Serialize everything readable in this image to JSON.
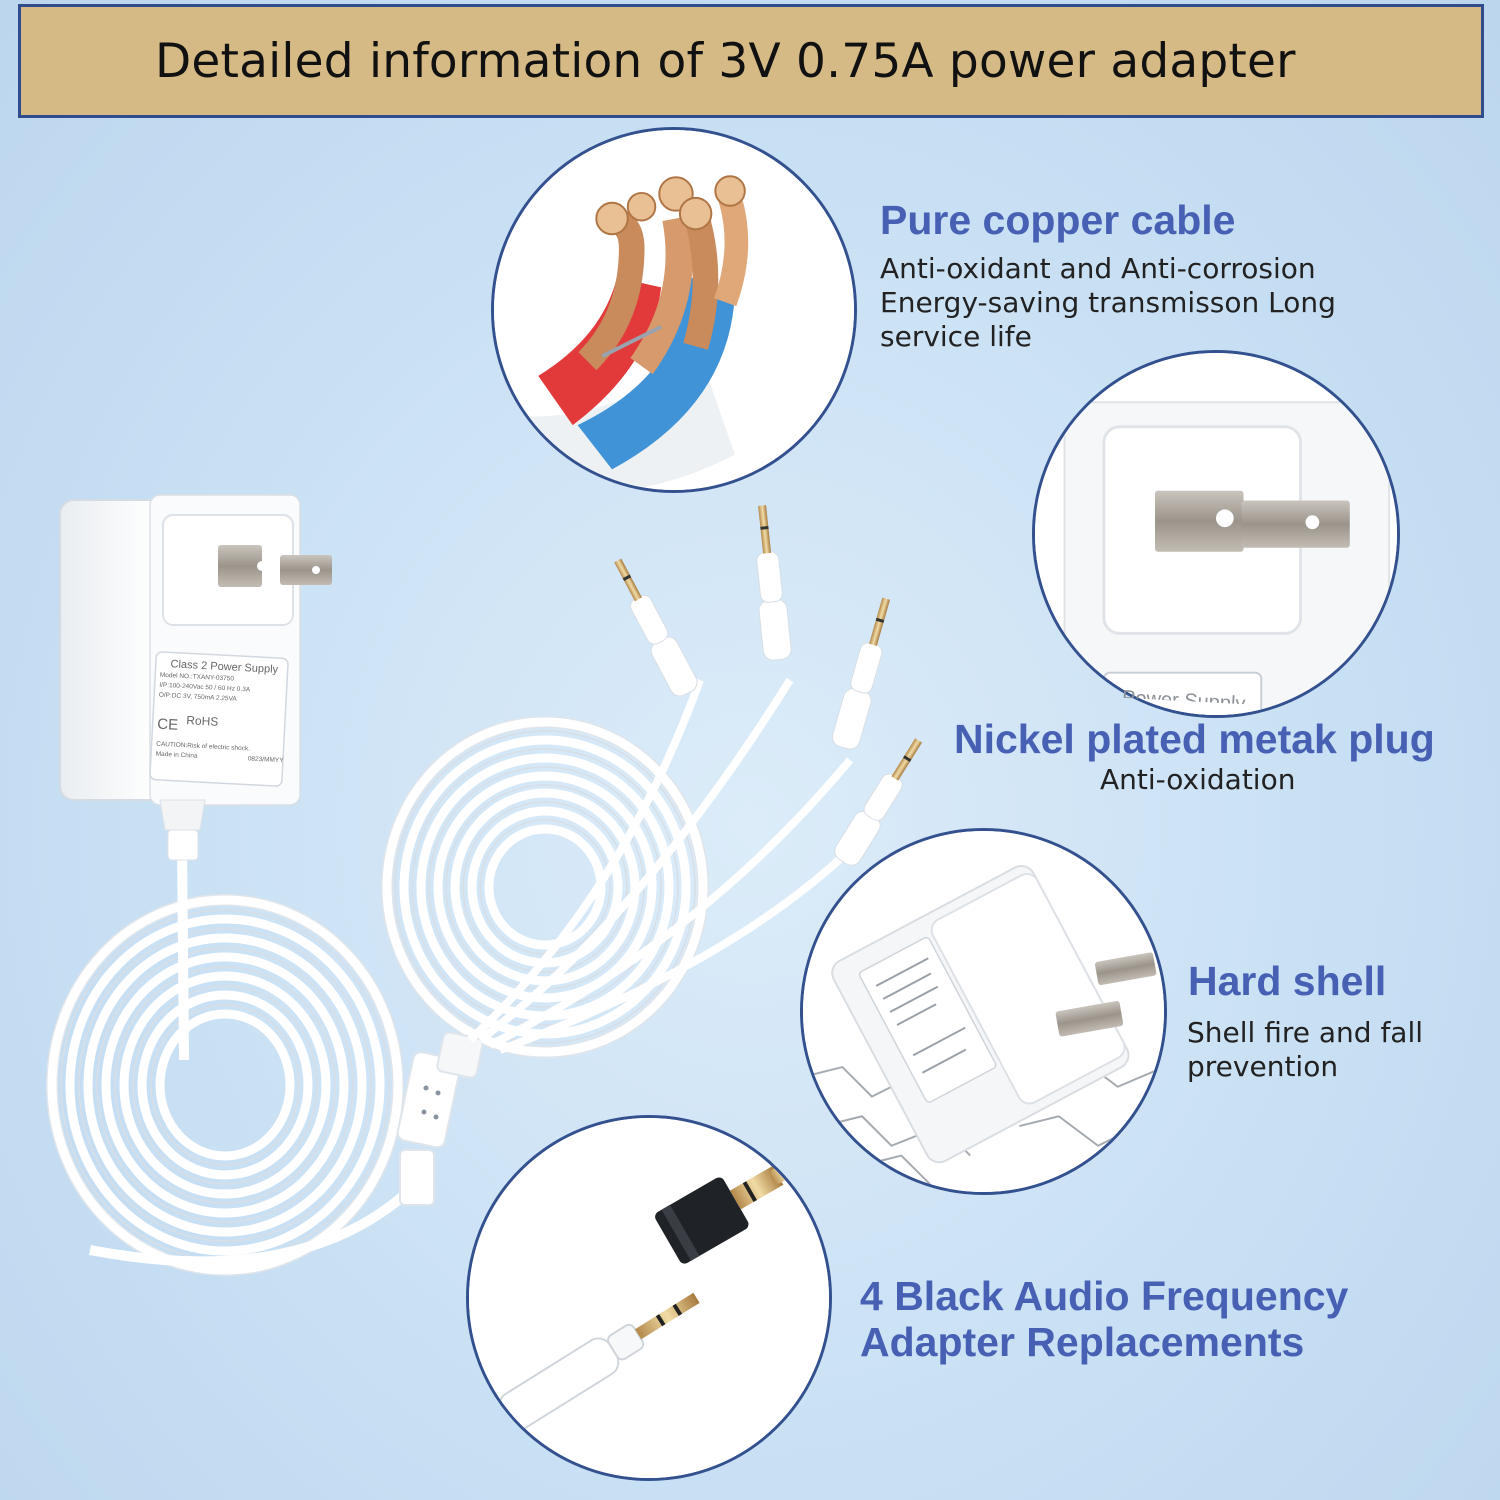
{
  "banner": {
    "title": "Detailed information of 3V 0.75A power adapter"
  },
  "features": {
    "copper": {
      "title": "Pure copper cable",
      "lines": [
        "Anti-oxidant and Anti-corrosion",
        "Energy-saving transmisson Long",
        "service life"
      ]
    },
    "plug": {
      "title": "Nickel plated metak plug",
      "desc": "Anti-oxidation"
    },
    "shell": {
      "title": "Hard shell",
      "lines": [
        "Shell fire and fall",
        "prevention"
      ]
    },
    "audio": {
      "title_lines": [
        "4 Black Audio Frequency",
        "Adapter Replacements"
      ]
    }
  },
  "adapter_label": {
    "heading": "Class 2 Power Supply",
    "model": "Model NO.:TXANY-03750",
    "input": "I/P:100-240Vac 50 / 60 Hz 0.3A",
    "output": "O/P:DC 3V, 750mA 2.25VA",
    "rohs": "RoHS",
    "ce": "CE",
    "caution": "CAUTION:Risk of electric shock.",
    "made": "Made in China",
    "date": "0823/MMYY"
  },
  "plug_zoom_label": "Power Supply",
  "colors": {
    "banner_bg": "#d5ba85",
    "banner_border": "#2f4c8c",
    "title_blue": "#4760b3",
    "circle_border": "#33508f"
  }
}
